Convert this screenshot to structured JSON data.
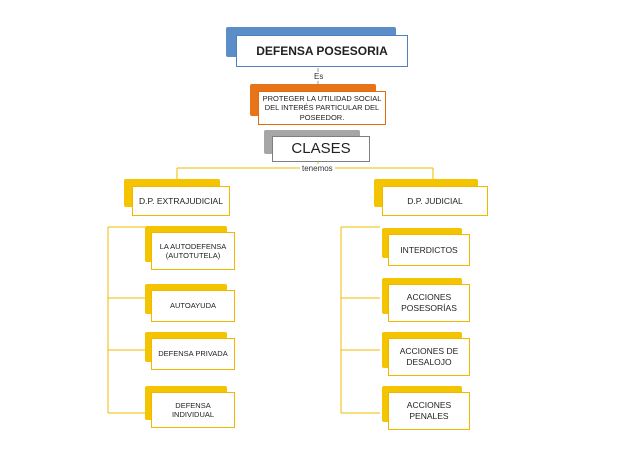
{
  "colors": {
    "blue_accent": "#5b8ec9",
    "blue_border": "#4f81bd",
    "orange_accent": "#e8741a",
    "orange_border": "#e36c09",
    "gray_accent": "#a6a6a6",
    "gray_border": "#7f7f7f",
    "gold_accent": "#f5c400",
    "gold_border": "#f0b800",
    "line": "#f0b800"
  },
  "diagram": {
    "root": "DEFENSA POSESORIA",
    "link_es": "Es",
    "definition": "PROTEGER LA UTILIDAD SOCIAL\nDEL INTERÉS PARTICULAR DEL\nPOSEEDOR.",
    "classes": "CLASES",
    "link_tenemos": "tenemos",
    "left": {
      "title": "D.P. EXTRAJUDICIAL",
      "items": [
        "LA AUTODEFENSA\n(AUTOTUTELA)",
        "AUTOAYUDA",
        "DEFENSA PRIVADA",
        "DEFENSA\nINDIVIDUAL"
      ]
    },
    "right": {
      "title": "D.P. JUDICIAL",
      "items": [
        "INTERDICTOS",
        "ACCIONES\nPOSESORÍAS",
        "ACCIONES DE\nDESALOJO",
        "ACCIONES\nPENALES"
      ]
    }
  }
}
